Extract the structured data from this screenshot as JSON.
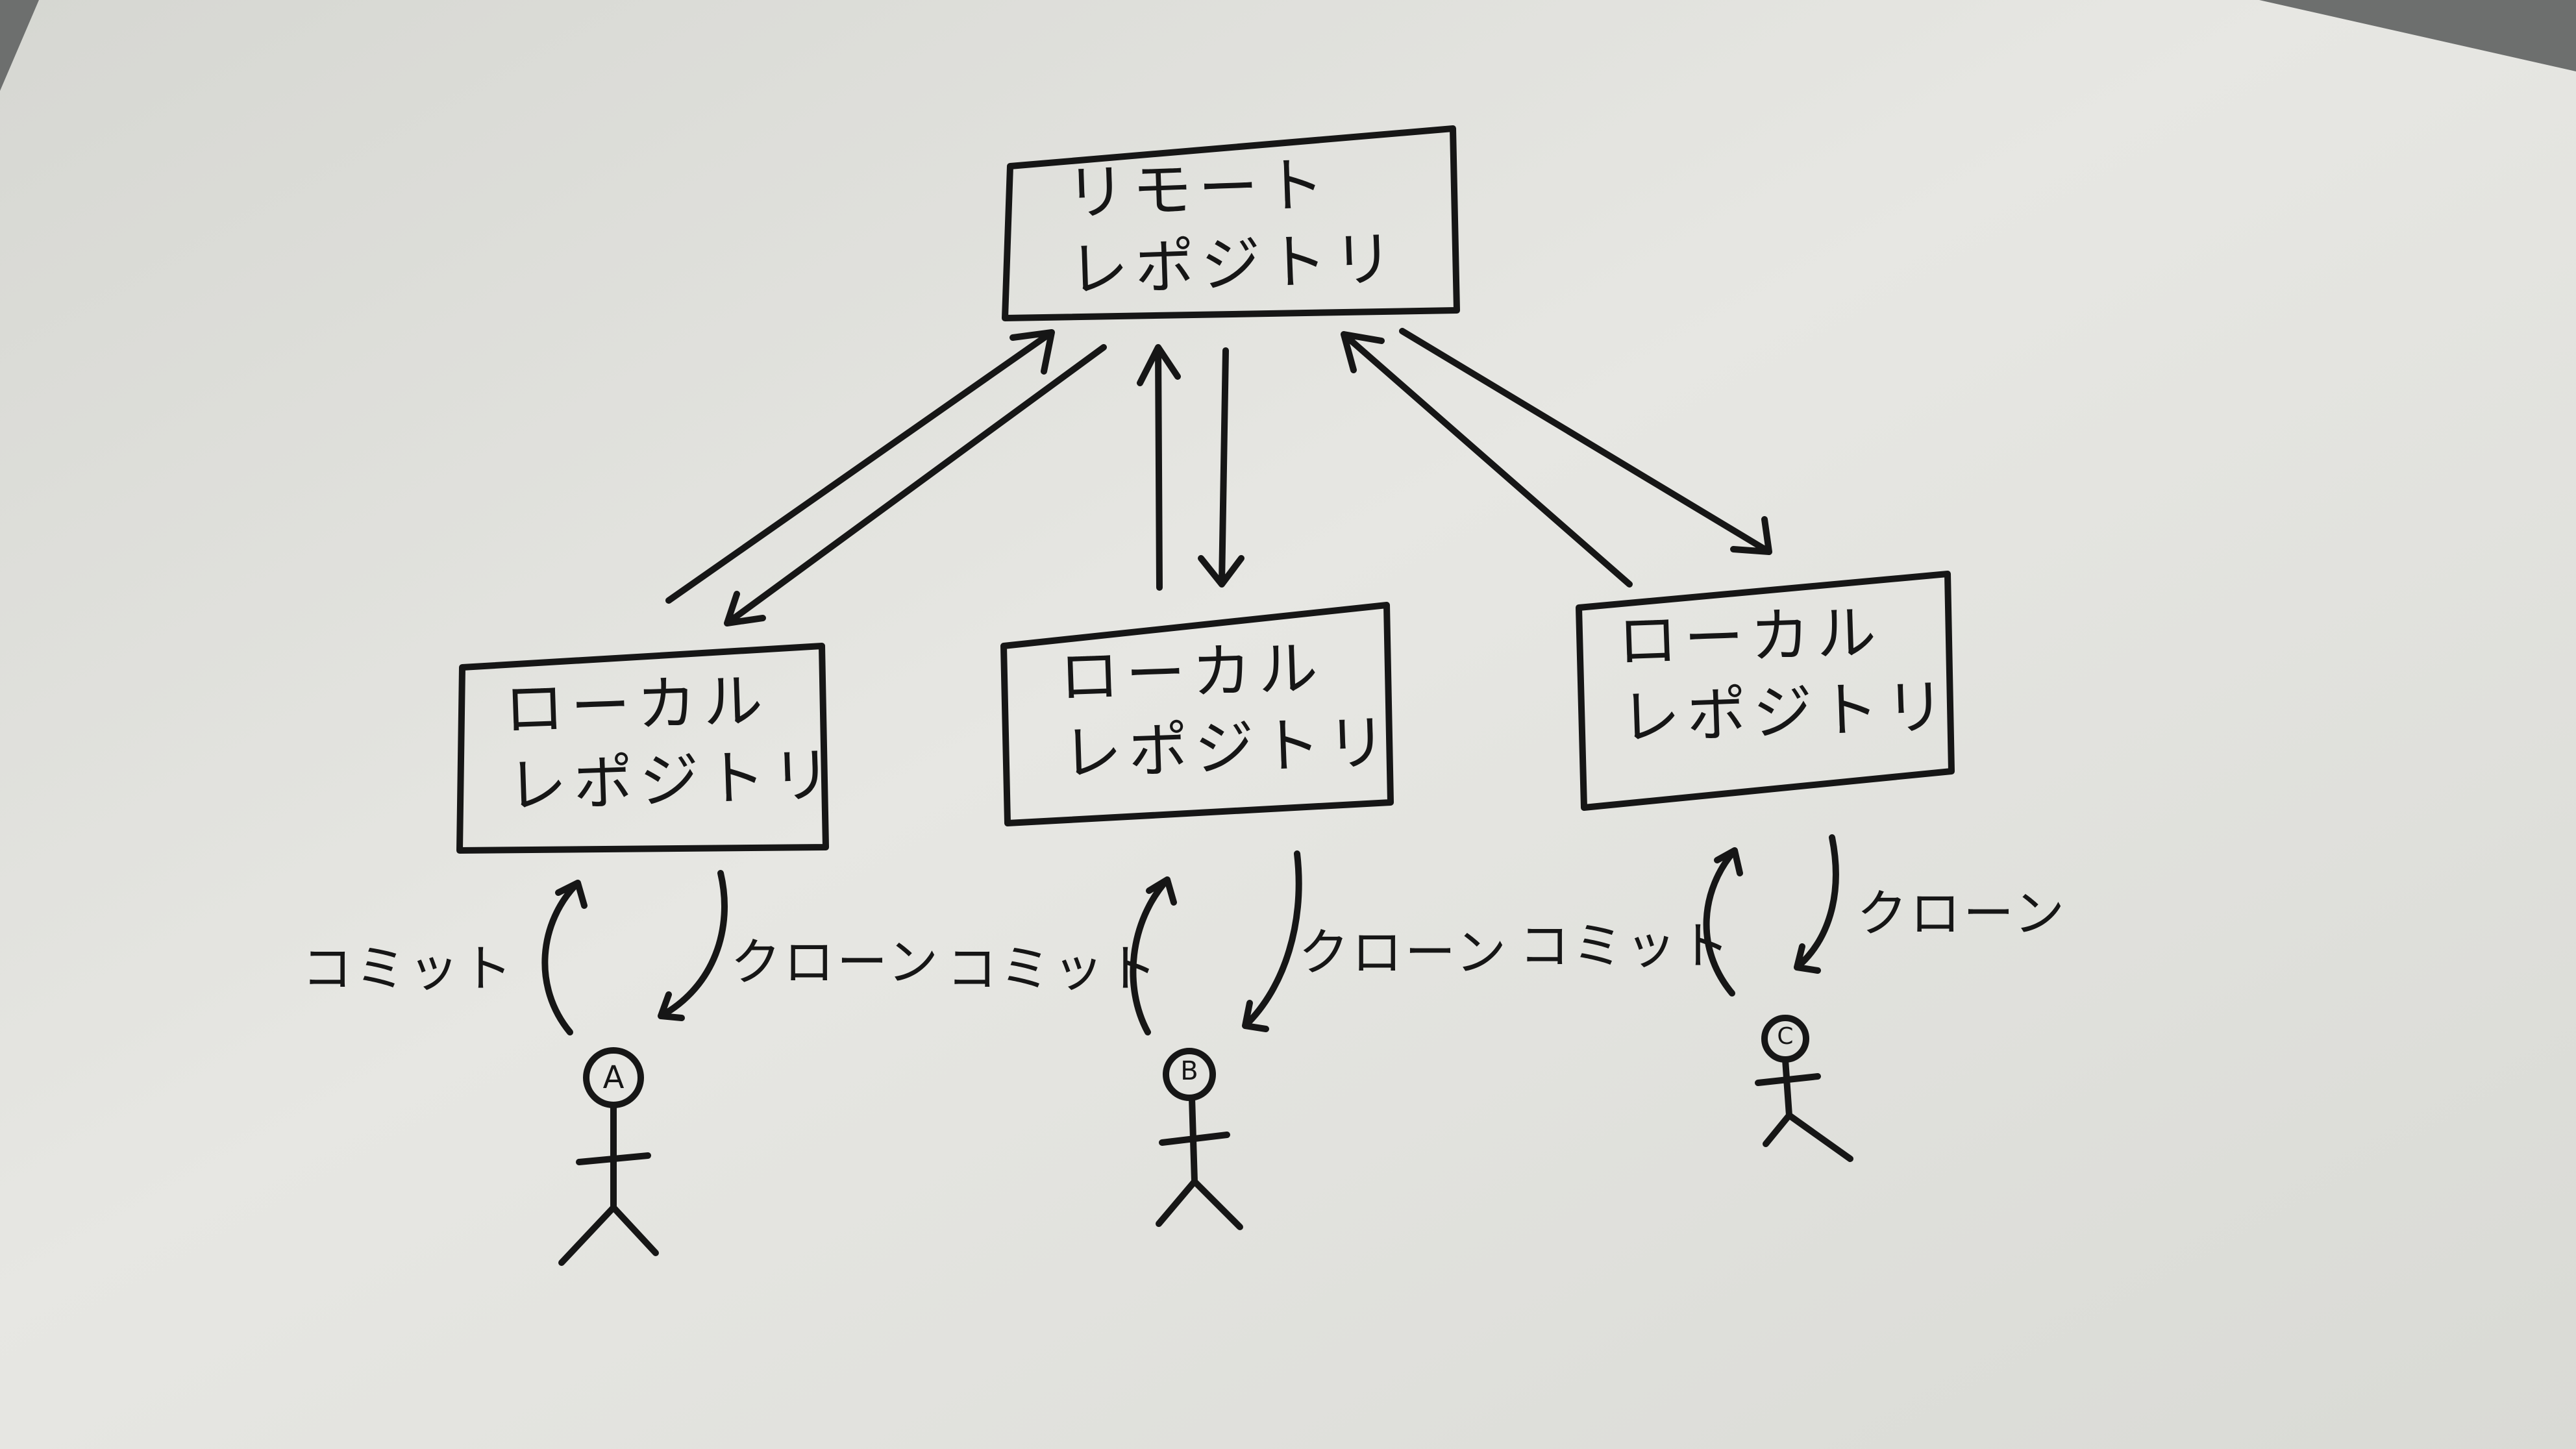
{
  "remote": {
    "line1": "リモート",
    "line2": "レポジトリ"
  },
  "locals": [
    {
      "line1": "ローカル",
      "line2": "レポジトリ",
      "commit": "コミット",
      "clone": "クローン",
      "person": "A"
    },
    {
      "line1": "ローカル",
      "line2": "レポジトリ",
      "commit": "コミット",
      "clone": "クローン",
      "person": "B"
    },
    {
      "line1": "ローカル",
      "line2": "レポジトリ",
      "commit": "コミット",
      "clone": "クローン",
      "person": "C"
    }
  ],
  "colors": {
    "ink": "#161616",
    "paper": "#e6e6e2",
    "shadow": "#6d6f6e"
  }
}
